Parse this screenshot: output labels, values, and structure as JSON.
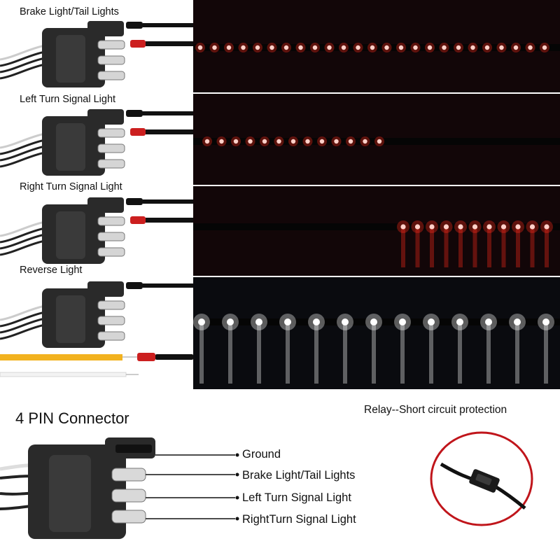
{
  "rows": [
    {
      "label": "Brake Light/Tail Lights",
      "mode": "full-red"
    },
    {
      "label": "Left Turn Signal Light",
      "mode": "left-red"
    },
    {
      "label": "Right Turn Signal Light",
      "mode": "right-red"
    },
    {
      "label": "Reverse Light",
      "mode": "full-white"
    }
  ],
  "connector_section": {
    "title": "4 PIN Connector",
    "pins": [
      "Ground",
      "Brake Light/Tail Lights",
      "Left Turn Signal Light",
      "RightTurn Signal Light"
    ]
  },
  "relay": {
    "title": "Relay--Short circuit protection"
  },
  "colors": {
    "led_red": "#ff2a1a",
    "led_white": "#ffffff",
    "strip_bg": "#120608",
    "connector": "#2a2a2a",
    "wire_red": "#cc1f1f",
    "wire_yellow": "#f2b21f",
    "relay_ring": "#c0151b"
  }
}
